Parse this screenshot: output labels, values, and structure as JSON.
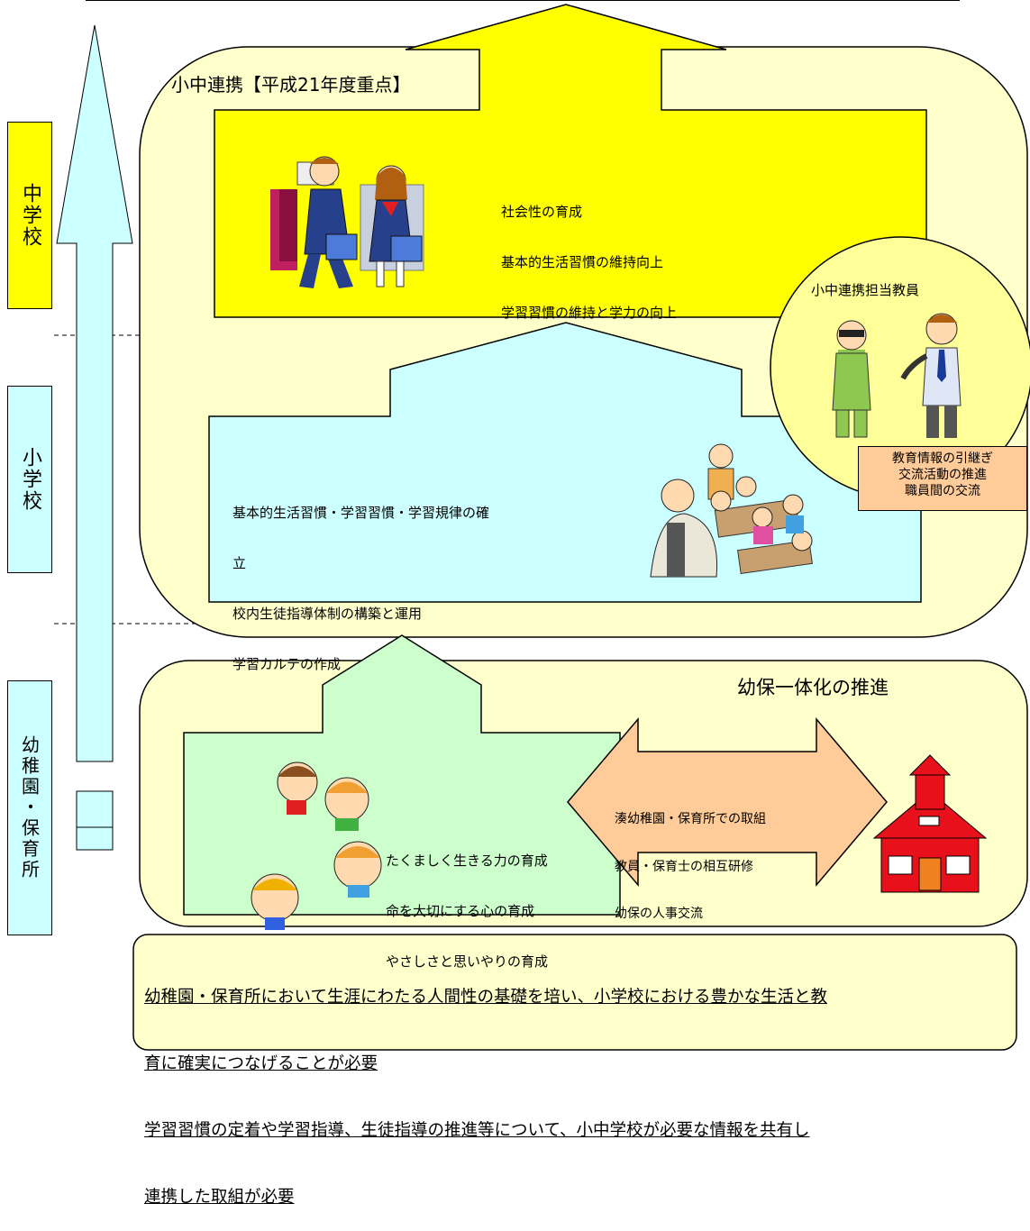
{
  "colors": {
    "pale_yellow": "#ffffcc",
    "yellow": "#ffff00",
    "light_cyan": "#ccffff",
    "light_green": "#ccffcc",
    "peach": "#ffcc99",
    "school_red": "#e8101a"
  },
  "levels": {
    "middle": "中学校",
    "elementary": "小学校",
    "preschool": "幼稚園・保育所"
  },
  "cooperation": {
    "title": "小中連携【平成21年度重点】",
    "middle_goals": [
      "社会性の育成",
      "基本的生活習慣の維持向上",
      "学習習慣の維持と学力の向上"
    ],
    "elementary_goals": [
      "基本的生活習慣・学習習慣・学習規律の確",
      "立",
      "校内生徒指導体制の構築と運用",
      "学習カルテの作成"
    ],
    "liaison_teacher": "小中連携担当教員",
    "liaison_tasks": [
      "教育情報の引継ぎ",
      "交流活動の推進",
      "職員間の交流"
    ]
  },
  "integration": {
    "title": "幼保一体化の推進",
    "preschool_goals": [
      "たくましく生きる力の育成",
      "命を大切にする心の育成",
      "やさしさと思いやりの育成"
    ],
    "joint_actions": [
      "湊幼稚園・保育所での取組",
      "教員・保育士の相互研修",
      "幼保の人事交流"
    ]
  },
  "needs": [
    "幼稚園・保育所において生涯にわたる人間性の基礎を培い、小学校における豊かな生活と教",
    "育に確実につなげることが必要",
    "学習習慣の定着や学習指導、生徒指導の推進等について、小中学校が必要な情報を共有し",
    "連携した取組が必要"
  ],
  "icons": [
    "student-pair-icon",
    "classroom-icon",
    "teachers-icon",
    "children-icon",
    "school-building-icon"
  ]
}
